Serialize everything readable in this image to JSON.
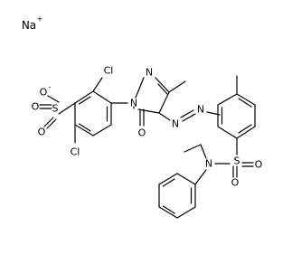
{
  "molecule": {
    "counter_ion": "Na",
    "counter_ion_charge": "+",
    "atoms": {
      "chlorine": "Cl",
      "oxygen": "O",
      "sulfur": "S",
      "nitrogen": "N",
      "sulfonate_charge": "-"
    }
  }
}
